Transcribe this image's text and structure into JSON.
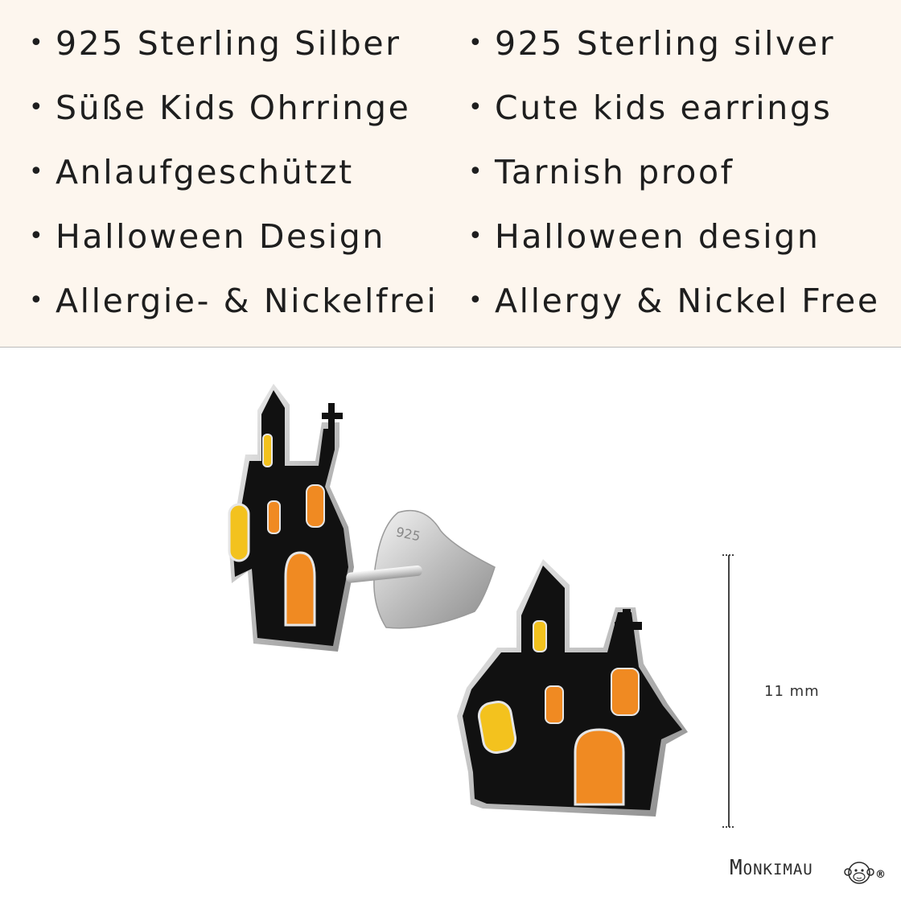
{
  "features": {
    "de": [
      "925 Sterling Silber",
      "Süße Kids Ohrringe",
      "Anlaufgeschützt",
      "Halloween Design",
      "Allergie- & Nickelfrei"
    ],
    "en": [
      "925 Sterling silver",
      "Cute kids earrings",
      "Tarnish proof",
      "Halloween design",
      "Allergy & Nickel Free"
    ],
    "bullet": "•"
  },
  "product": {
    "stamp": "925",
    "size_label": "11 mm"
  },
  "brand": {
    "name_first": "M",
    "name_rest": "ONKIMAU",
    "reg_mark": "®"
  },
  "colors": {
    "panel_bg": "#fdf6ee",
    "enamel_black": "#111111",
    "window_yellow": "#f3c21e",
    "window_orange": "#f08a22",
    "silver": "#cfcfcf"
  }
}
